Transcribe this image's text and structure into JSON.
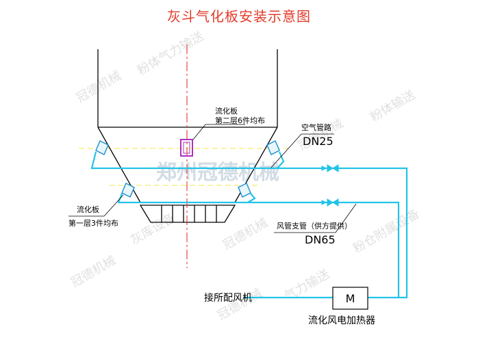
{
  "title": "灰斗气化板安装示意图",
  "labels": {
    "fluid_plate_upper": "流化板",
    "fluid_plate_upper_sub": "第二层6件均布",
    "air_pipe": "空气管路",
    "dn25": "DN25",
    "fluid_plate_lower": "流化板",
    "fluid_plate_lower_sub": "第一层3件均布",
    "wind_pipe": "风管支管（供方提供）",
    "dn65": "DN65",
    "blower": "接所配风机",
    "motor": "M",
    "heater": "流化风电加热器"
  },
  "watermarks": {
    "center": "郑州冠德机械",
    "w1": "冠德机械",
    "w2": "粉体气力输送",
    "w3": "冠德机械",
    "w4": "粉体输送",
    "w5": "冠德机械",
    "w6": "灰库设备",
    "w7": "冠德机械",
    "w8": "粉仓附属设备",
    "w9": "冠德机械",
    "w10": "气力输送"
  },
  "colors": {
    "title": "#e23a2a",
    "pipe": "#22c3e8",
    "line": "#000000",
    "centerline": "#e02020",
    "dashed": "#f0ee70",
    "plate": "#b030c0"
  }
}
